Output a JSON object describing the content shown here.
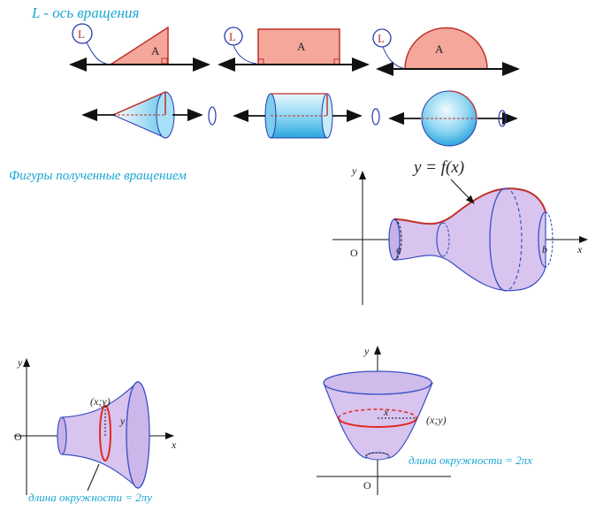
{
  "header_caption": "L - ось вращения",
  "axis_letter": "L",
  "area_letter": "A",
  "figures_caption": "Фигуры полученные вращением",
  "func_label": "y = f(x)",
  "axis_x": "x",
  "axis_y": "y",
  "origin": "O",
  "a_label": "a",
  "b_label": "b",
  "point_label": "(x;y)",
  "small_y": "y",
  "small_x": "x",
  "circ_y": "длина окружности = 2πy",
  "circ_x": "длина окружности = 2πx",
  "colors": {
    "caption": "#1aa6d4",
    "salmon": "#f4a79a",
    "red": "#c0302a",
    "violet_fill": "#d8c4ee",
    "violet_edge": "#3b4fc4",
    "cyan": "#3cb4e6"
  }
}
